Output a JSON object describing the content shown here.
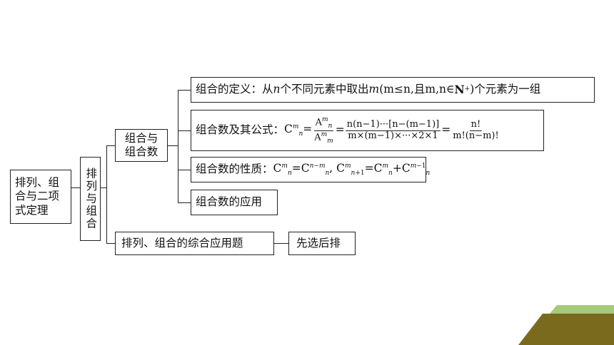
{
  "root": {
    "label": "排列、组合与二项式定理"
  },
  "level1": {
    "label": "排列与组合"
  },
  "level2": [
    {
      "label": "组合与组合数"
    },
    {
      "label": "排列、组合的综合应用题"
    }
  ],
  "leaves": {
    "definition_prefix": "组合的定义：从",
    "definition_mid1": "个不同元素中取出",
    "definition_cond": "m≤n,且m,n∈",
    "definition_mid2": "个元素为一组",
    "formula_prefix": "组合数及其公式：",
    "formula_num1": "n(n−1)···[n−(m−1)]",
    "formula_den1": "m×(m−1)×···×2×1",
    "formula_num2": "n!",
    "formula_den2": "m!(n−m)!",
    "property_prefix": "组合数的性质：",
    "application": "组合数的应用",
    "strategy": "先选后排"
  },
  "colors": {
    "accent_olive": "#7a6a1d",
    "accent_green": "#a7c97a"
  }
}
